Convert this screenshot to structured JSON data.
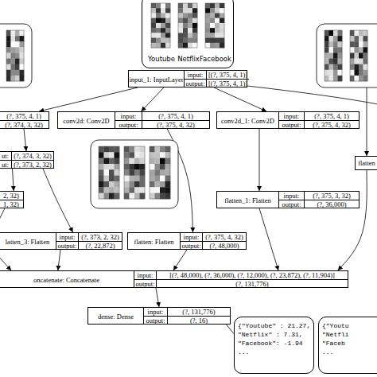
{
  "diagram": {
    "nodes": [
      {
        "text": [
          "Youtube",
          "Netflix",
          "Facebook"
        ]
      },
      {
        "text": [
          "input_1: InputLayer",
          "input:",
          "[(?, 375, 4, 1)]",
          "output:",
          "[(?, 375, 4, 1)]"
        ]
      },
      {
        "text": [
          "(?, 375, 4, 1)",
          "(?, 374, 3, 32)"
        ]
      },
      {
        "text": [
          "conv2d: Conv2D",
          "input:",
          "(?, 375, 4, 1)",
          "output:",
          "(?, 375, 4, 32)"
        ]
      },
      {
        "text": [
          "conv2d_1: Conv2D",
          "input:",
          "(?, 375, 4, 1)",
          "output:",
          "(?, 375, 4, 32)"
        ]
      },
      {
        "text": [
          "ut:",
          "(?, 374, 3, 32)",
          "ut:",
          "(?, 373, 2, 32)"
        ]
      },
      {
        "text": [
          "flatten"
        ]
      },
      {
        "text": [
          "2, 32)",
          "1, 32)"
        ]
      },
      {
        "text": [
          "flatten_1: Flatten",
          "input:",
          "(?, 375, 3, 32)",
          "output:",
          "(?, 36,000)"
        ]
      },
      {
        "text": [
          "latten_3: Flatten",
          "input:",
          "(?, 373, 2, 32)",
          "output:",
          "(?, 22,872)"
        ]
      },
      {
        "text": [
          "flatten: Flatten",
          "input:",
          "(?, 375, 4, 32)",
          "output:",
          "(?, 48,000)"
        ]
      },
      {
        "text": [
          "oncatenate: Concatenate",
          "input:",
          "[(?, 48,000), (?, 36,000), (?, 12,000), (?, 23,872), (?, 11,904)]",
          "output:",
          "(?, 131,776)"
        ]
      },
      {
        "text": [
          "dense: Dense",
          "input:",
          "(?, 131,776)",
          "output:",
          "(?, 16)"
        ]
      },
      {
        "text": [
          "{\"Youtube\" : 21.27, \"Netflix\" : 7.31, \"Facebook\": -1.94 ..."
        ]
      },
      {
        "text": [
          "{\"Youtu \"Netfli \"Faceb ..."
        ]
      }
    ],
    "edges": [
      {
        "from": 1,
        "to": 2,
        "arrow": "to"
      },
      {
        "from": 1,
        "to": 3,
        "arrow": "to"
      },
      {
        "from": 1,
        "to": 4,
        "arrow": "to"
      },
      {
        "from": 2,
        "to": 5,
        "arrow": "to"
      },
      {
        "from": 5,
        "to": 7,
        "arrow": "to"
      },
      {
        "from": 5,
        "to": 9,
        "arrow": "to"
      },
      {
        "from": 3,
        "to": 10,
        "arrow": "to"
      },
      {
        "from": 4,
        "to": 8,
        "arrow": "to"
      },
      {
        "from": 9,
        "to": 11,
        "arrow": "to"
      },
      {
        "from": 10,
        "to": 11,
        "arrow": "to"
      },
      {
        "from": 8,
        "to": 11,
        "arrow": "to"
      },
      {
        "from": 6,
        "to": 11,
        "arrow": "to"
      },
      {
        "from": 11,
        "to": 12,
        "arrow": "to"
      },
      {
        "from": 12,
        "to": 13,
        "arrow": "none"
      }
    ]
  }
}
